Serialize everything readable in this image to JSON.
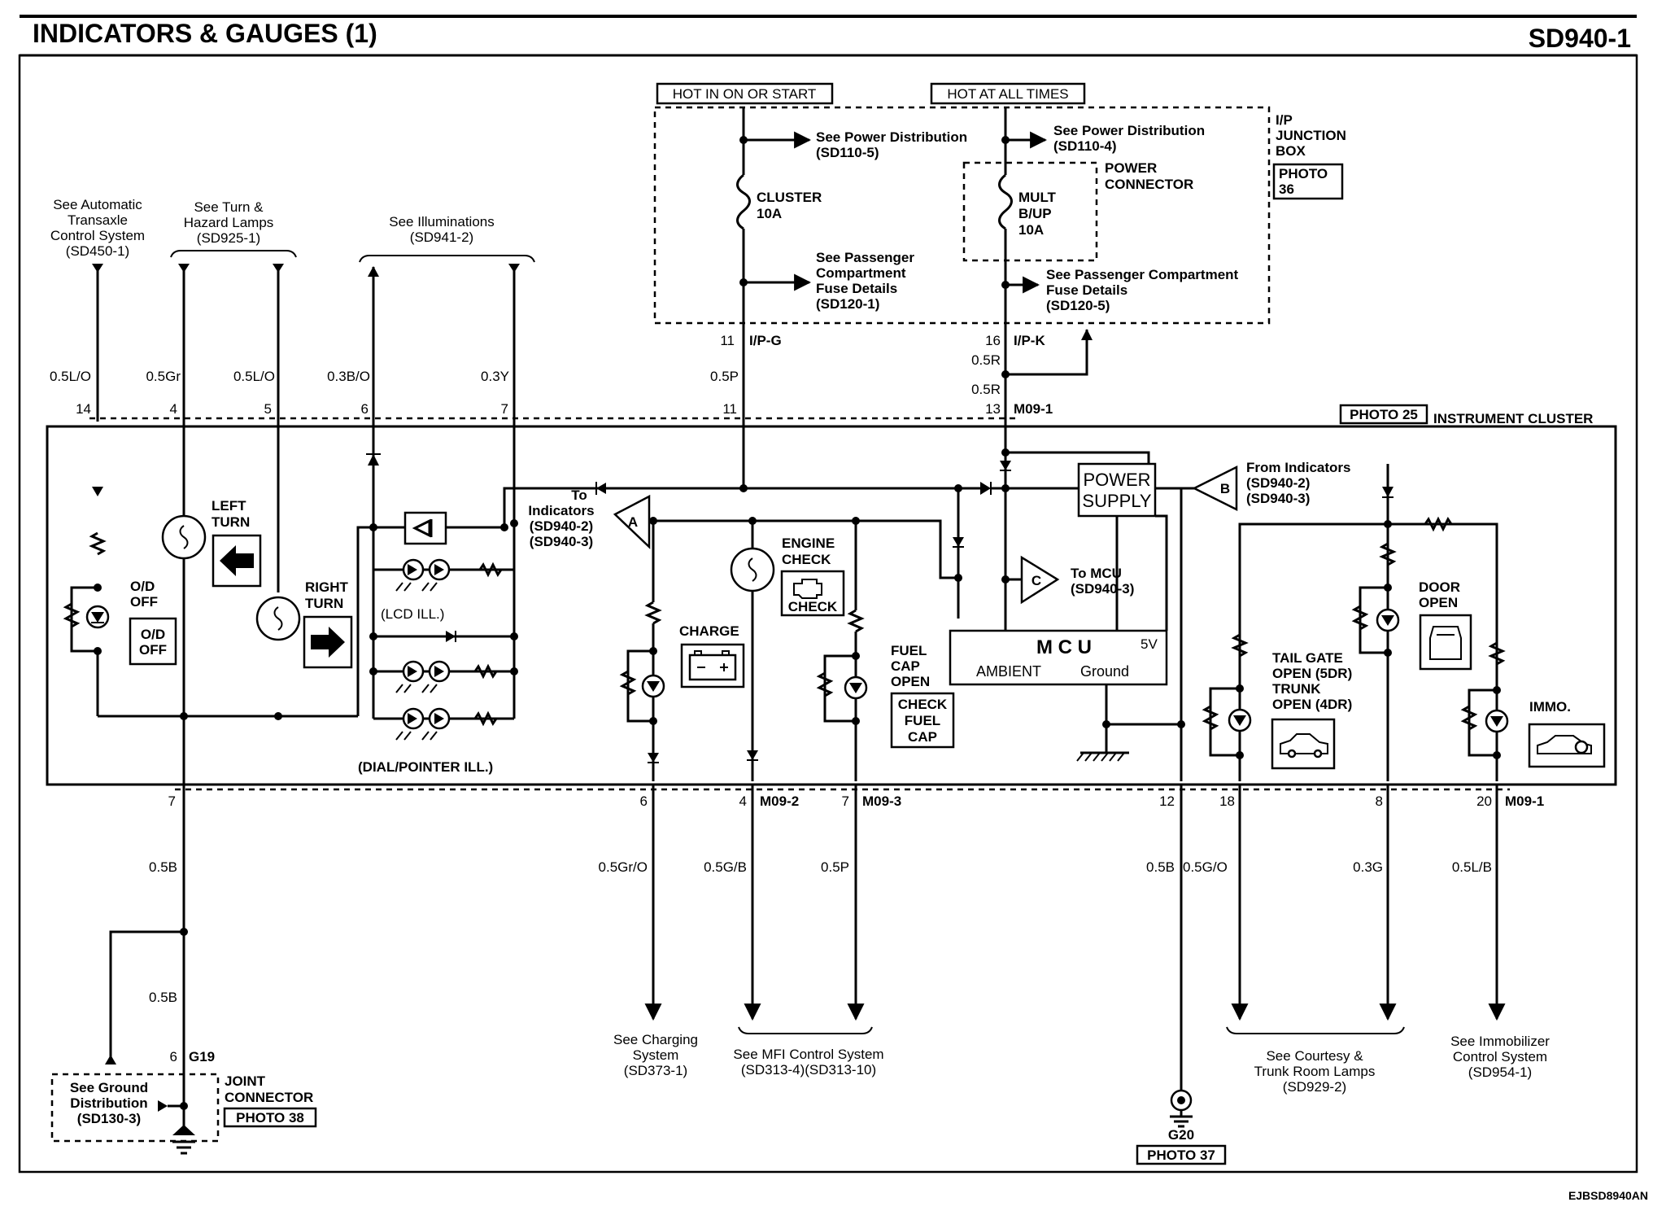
{
  "header": {
    "title": "INDICATORS & GAUGES (1)",
    "code": "SD940-1"
  },
  "footer": {
    "ref": "EJBSD8940AN"
  },
  "jb": {
    "hot_run": "HOT IN ON OR START",
    "hot_all": "HOT AT ALL TIMES",
    "jb_label": [
      "I/P",
      "JUNCTION",
      "BOX"
    ],
    "photo": [
      "PHOTO",
      "36"
    ],
    "pd1": [
      "See Power Distribution",
      "(SD110-5)"
    ],
    "pd2": [
      "See Power Distribution",
      "(SD110-4)"
    ],
    "fuse1": [
      "CLUSTER",
      "10A"
    ],
    "fuse2": [
      "MULT",
      "B/UP",
      "10A"
    ],
    "power_conn": [
      "POWER",
      "CONNECTOR"
    ],
    "pcf1": [
      "See Passenger",
      "Compartment",
      "Fuse Details",
      "(SD120-1)"
    ],
    "pcf2": [
      "See Passenger Compartment",
      "Fuse Details",
      "(SD120-5)"
    ],
    "pin_ipg": "11",
    "conn_ipg": "I/P-G",
    "pin_ipk": "16",
    "conn_ipk": "I/P-K"
  },
  "refs": {
    "ats": [
      "See Automatic",
      "Transaxle",
      "Control System",
      "(SD450-1)"
    ],
    "turn": [
      "See Turn &",
      "Hazard Lamps",
      "(SD925-1)"
    ],
    "illum": [
      "See Illuminations",
      "(SD941-2)"
    ]
  },
  "top_pins": [
    {
      "pin": "14",
      "wire": "0.5L/O"
    },
    {
      "pin": "4",
      "wire": "0.5Gr"
    },
    {
      "pin": "5",
      "wire": "0.5L/O"
    },
    {
      "pin": "6",
      "wire": "0.3B/O"
    },
    {
      "pin": "7",
      "wire": "0.3Y"
    },
    {
      "pin": "11",
      "wire": "0.5P"
    },
    {
      "pin": "13",
      "wire": "0.5R",
      "wire2": "0.5R",
      "conn": "M09-1"
    }
  ],
  "cluster": {
    "photo": "PHOTO 25",
    "label": "INSTRUMENT CLUSTER",
    "od_off": [
      "O/D",
      "OFF"
    ],
    "od_icon": [
      "O/D",
      "OFF"
    ],
    "left_turn": [
      "LEFT",
      "TURN"
    ],
    "right_turn": [
      "RIGHT",
      "TURN"
    ],
    "lcd_ill": "(LCD ILL.)",
    "dial_ill": "(DIAL/POINTER ILL.)",
    "to_ind": [
      "To",
      "Indicators",
      "(SD940-2)",
      "(SD940-3)"
    ],
    "tri_a": "A",
    "charge": "CHARGE",
    "engine_check": [
      "ENGINE",
      "CHECK"
    ],
    "check_icon": "CHECK",
    "fuel_cap": [
      "FUEL",
      "CAP",
      "OPEN"
    ],
    "fuel_icon": [
      "CHECK",
      "FUEL",
      "CAP"
    ],
    "power_supply": [
      "POWER",
      "SUPPLY"
    ],
    "tri_b": "B",
    "from_ind": [
      "From Indicators",
      "(SD940-2)",
      "(SD940-3)"
    ],
    "tri_c": "C",
    "to_mcu": [
      "To MCU",
      "(SD940-3)"
    ],
    "mcu": "M C U",
    "mcu_5v": "5V",
    "mcu_ambient": "AMBIENT",
    "mcu_ground": "Ground",
    "door_open": [
      "DOOR",
      "OPEN"
    ],
    "tail_gate": [
      "TAIL GATE",
      "OPEN (5DR)",
      "TRUNK",
      "OPEN (4DR)"
    ],
    "immo": "IMMO."
  },
  "bottom_pins": [
    {
      "pin": "7",
      "wire": "0.5B"
    },
    {
      "pin": "6",
      "wire": "0.5Gr/O"
    },
    {
      "pin": "4",
      "wire": "0.5G/B",
      "conn": "M09-2"
    },
    {
      "pin": "7",
      "wire": "0.5P",
      "conn": "M09-3"
    },
    {
      "pin": "12",
      "wire": "0.5B"
    },
    {
      "pin": "18",
      "wire": "0.5G/O"
    },
    {
      "pin": "8",
      "wire": "0.3G"
    },
    {
      "pin": "20",
      "wire": "0.5L/B",
      "conn": "M09-1"
    }
  ],
  "lower": {
    "wire_b2": "0.5B",
    "g19_pin": "6",
    "g19": "G19",
    "ground_dist": [
      "See Ground",
      "Distribution",
      "(SD130-3)"
    ],
    "joint": [
      "JOINT",
      "CONNECTOR"
    ],
    "photo38": "PHOTO 38",
    "charging": [
      "See Charging",
      "System",
      "(SD373-1)"
    ],
    "mfi": [
      "See MFI Control System",
      "(SD313-4)(SD313-10)"
    ],
    "g20": "G20",
    "photo37": "PHOTO 37",
    "courtesy": [
      "See Courtesy &",
      "Trunk Room Lamps",
      "(SD929-2)"
    ],
    "immob": [
      "See Immobilizer",
      "Control System",
      "(SD954-1)"
    ]
  }
}
